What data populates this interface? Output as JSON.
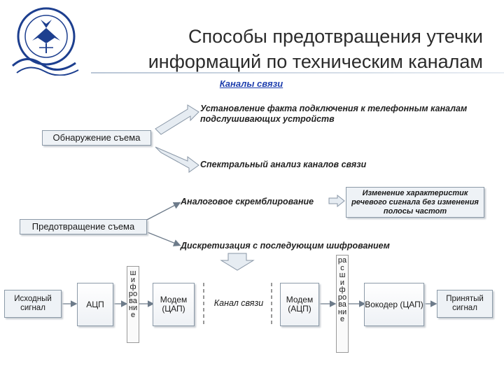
{
  "header": {
    "title_line1": "Способы предотвращения утечки",
    "title_line2": "информаций по техническим каналам"
  },
  "links": {
    "channels": "Каналы связи"
  },
  "detection": {
    "box_label": "Обнаружение съема",
    "item_top": "Установление факта подключения к телефонным каналам подслушивающих устройств",
    "item_bottom": "Спектральный анализ каналов связи"
  },
  "prevention": {
    "box_label": "Предотвращение съема",
    "item_top": "Аналоговое скремблирование",
    "item_side": "Изменение характеристик речевого сигнала без изменения полосы частот",
    "item_bottom": "Дискретизация с последующим шифрованием"
  },
  "pipeline": {
    "source": "Исходный сигнал",
    "adc": "АЦП",
    "encryption": "шифрование",
    "modem_out": "Модем (ЦАП)",
    "channel": "Канал связи",
    "modem_in": "Модем (АЦП)",
    "decryption": "расшифрование",
    "vocoder": "Вокодер (ЦАП)",
    "received": "Принятый сигнал"
  },
  "colors": {
    "link": "#1f3fae",
    "box_fill": "#eef2f6",
    "arrow_fill": "#e6ecf2",
    "arrow_stroke": "#8896a6"
  }
}
